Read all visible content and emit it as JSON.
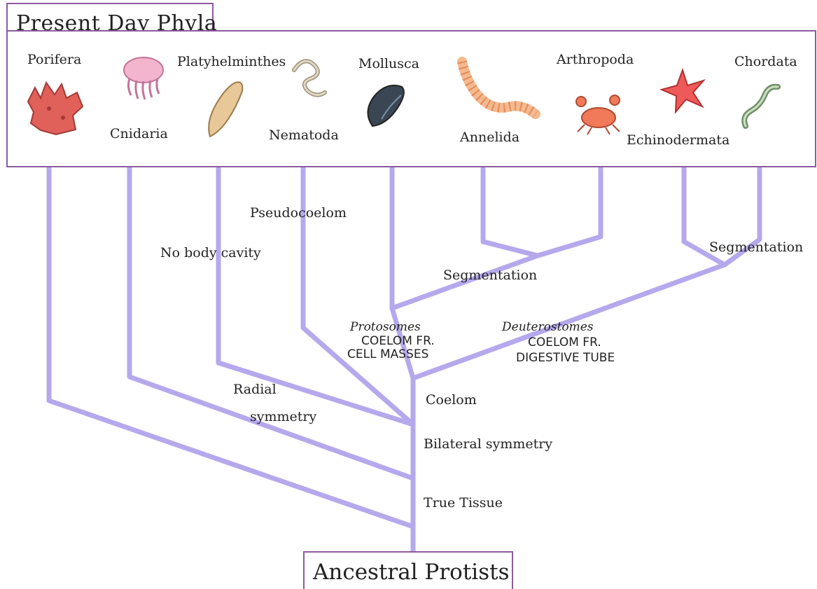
{
  "title": "Present Day Phyla",
  "root": "Ancestral Protists",
  "phyla": {
    "porifera": "Porifera",
    "cnidaria": "Cnidaria",
    "platyhelminthes": "Platyhelminthes",
    "nematoda": "Nematoda",
    "mollusca": "Mollusca",
    "annelida": "Annelida",
    "arthropoda": "Arthropoda",
    "echinodermata": "Echinodermata",
    "chordata": "Chordata"
  },
  "traits": {
    "true_tissue": "True Tissue",
    "bilateral_symmetry": "Bilateral symmetry",
    "coelom": "Coelom",
    "radial": "Radial",
    "symmetry": "symmetry",
    "no_body_cavity": "No body cavity",
    "pseudocoelom": "Pseudocoelom",
    "segmentation_left": "Segmentation",
    "segmentation_right": "Segmentation",
    "protostomes": "Protosomes",
    "protostomes_line1": "COELOM FR.",
    "protostomes_line2": "CELL MASSES",
    "deuterostomes": "Deuterostomes",
    "deuterostomes_line1": "COELOM FR.",
    "deuterostomes_line2": "DIGESTIVE TUBE"
  },
  "colors": {
    "branch": "#b6a8ec",
    "box_border": "#8c5a9e"
  }
}
